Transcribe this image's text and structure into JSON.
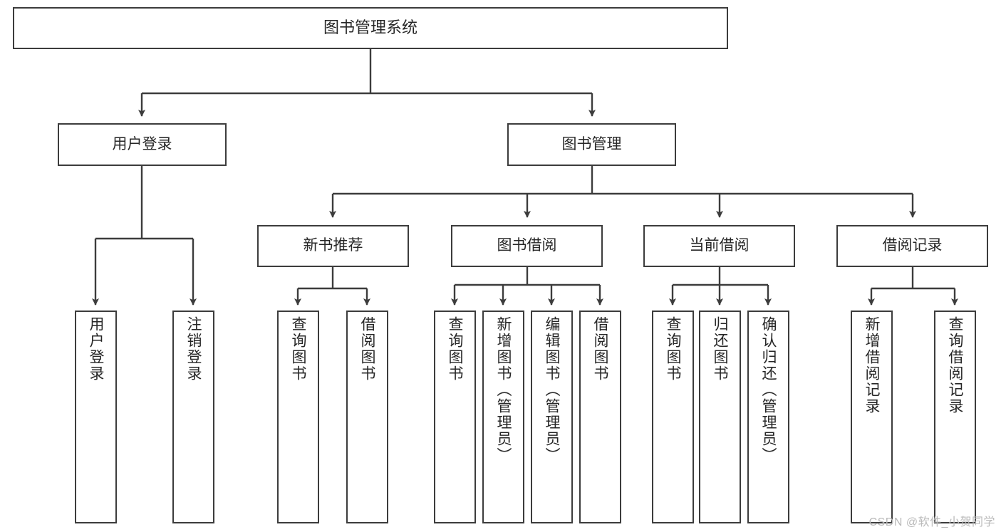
{
  "diagram": {
    "title": "图书管理系统",
    "type": "tree-hierarchy",
    "watermark": "CSDN @软件_小贺同学",
    "colors": {
      "stroke": "#3c3c3c",
      "fill": "#ffffff",
      "text": "#262626",
      "watermark": "#b9b9b9"
    },
    "nodes": {
      "root": {
        "label": "图书管理系统"
      },
      "level1": [
        {
          "label": "用户登录"
        },
        {
          "label": "图书管理"
        }
      ],
      "level2": [
        {
          "label": "新书推荐"
        },
        {
          "label": "图书借阅"
        },
        {
          "label": "当前借阅"
        },
        {
          "label": "借阅记录"
        }
      ],
      "leaves": {
        "user_login": [
          {
            "label": "用户登录"
          },
          {
            "label": "注销登录"
          }
        ],
        "new_book": [
          {
            "label": "查询图书"
          },
          {
            "label": "借阅图书"
          }
        ],
        "book_borrow": [
          {
            "label": "查询图书"
          },
          {
            "label": "新增图书（管理员）"
          },
          {
            "label": "编辑图书（管理员）"
          },
          {
            "label": "借阅图书"
          }
        ],
        "current_borrow": [
          {
            "label": "查询图书"
          },
          {
            "label": "归还图书"
          },
          {
            "label": "确认归还（管理员）"
          }
        ],
        "borrow_record": [
          {
            "label": "新增借阅记录"
          },
          {
            "label": "查询借阅记录"
          }
        ]
      }
    }
  }
}
